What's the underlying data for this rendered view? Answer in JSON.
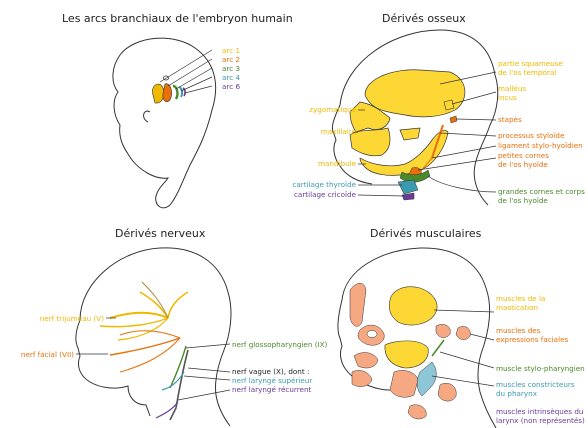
{
  "titles": {
    "embryo": "Les arcs branchiaux de l'embryon humain",
    "bones": "Dérivés osseux",
    "nerves": "Dérivés nerveux",
    "muscles": "Dérivés musculaires"
  },
  "embryo_arcs": [
    {
      "label": "arc 1",
      "color": "#f0b800"
    },
    {
      "label": "arc 2",
      "color": "#e8700a"
    },
    {
      "label": "arc 3",
      "color": "#4a8a2a"
    },
    {
      "label": "arc 4",
      "color": "#3a9ab0"
    },
    {
      "label": "arc 6",
      "color": "#6a3a9a"
    }
  ],
  "bones": {
    "zygomatique": "zygomatique",
    "maxillaire": "maxillaire",
    "mandibule": "mandibule",
    "cartilage_thyroide": "cartilage thyroïde",
    "cartilage_cricoide": "cartilage cricoïde",
    "squamous_1": "partie squameuse",
    "squamous_2": "de l'os temporal",
    "malleus": "malléus",
    "incus": "incus",
    "stapes": "stapès",
    "styloide": "processus styloïde",
    "ligament": "ligament stylo-hyoïdien",
    "petites_1": "petites cornes",
    "petites_2": "de l'os hyoïde",
    "grandes_1": "grandes cornes et corps",
    "grandes_2": "de l'os hyoïde"
  },
  "nerves": {
    "trijumeau": "nerf trijumeau (V)",
    "facial": "nerf facial (VII)",
    "glosso": "nerf glossopharyngien (IX)",
    "vague": "nerf vague (X), dont :",
    "laryng_sup": "nerf laryngé supérieur",
    "laryng_rec": "nerf laryngé récurrent"
  },
  "muscles": {
    "mast_1": "muscles de la",
    "mast_2": "mastication",
    "expr_1": "muscles des",
    "expr_2": "expressions faciales",
    "stylo": "muscle stylo-pharyngien",
    "constr_1": "muscles constricteurs",
    "constr_2": "du pharynx",
    "intr_1": "muscles intrinsèques du",
    "intr_2": "larynx (non représentés)"
  },
  "colors": {
    "arc1": "#f0b800",
    "arc2": "#e8700a",
    "arc3": "#4a8a2a",
    "arc4": "#3a9ab0",
    "arc6": "#6a3a9a",
    "bone_fill": "#fdd835",
    "muscle_fill": "#f6a882"
  }
}
